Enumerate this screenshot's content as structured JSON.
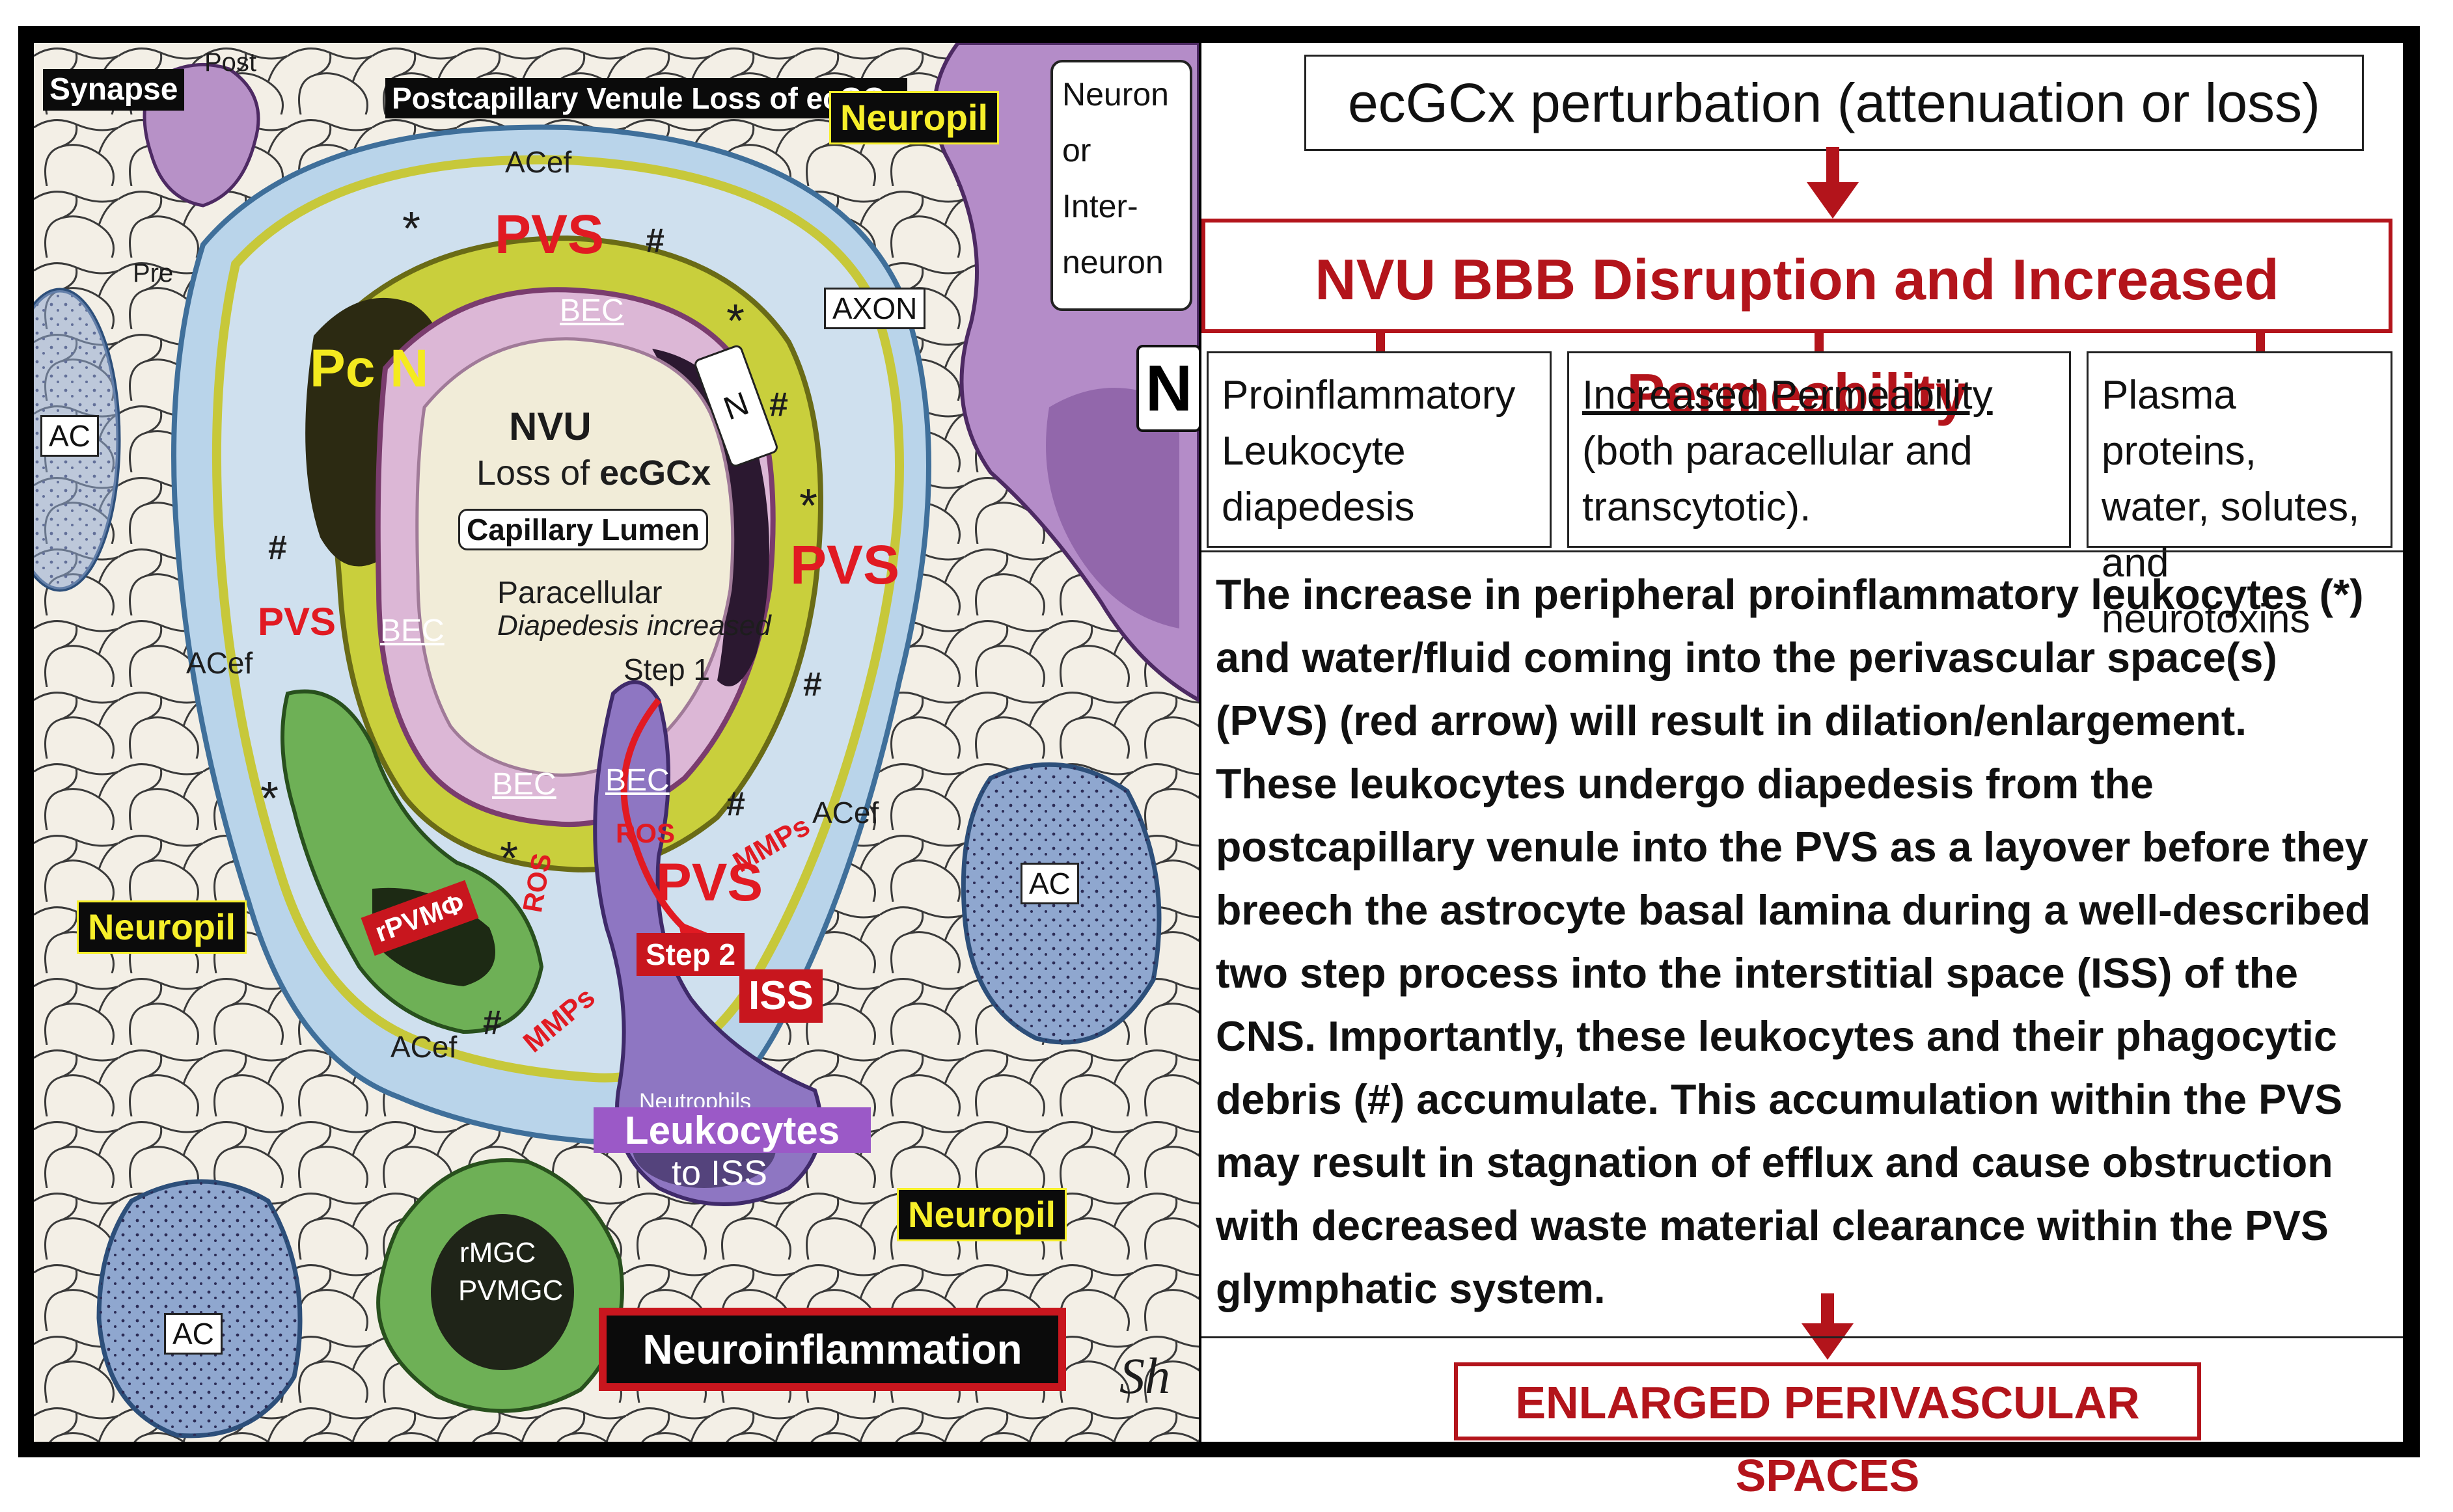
{
  "colors": {
    "accent_red": "#b3141b",
    "label_red": "#e11a22",
    "neuropil_yellow": "#f7ef2a",
    "leukocyte_purple": "#9b59c7"
  },
  "illustration": {
    "synapse": "Synapse",
    "post": "Post",
    "pre": "Pre",
    "venule_title": "Postcapillary Venule Loss of ecGCx",
    "neuropil": "Neuropil",
    "neuron": [
      "Neuron",
      "or",
      "Inter-",
      "neuron"
    ],
    "axon": "AXON",
    "n_big": "N",
    "n_small": "N",
    "ac": "AC",
    "acef": "ACef",
    "pvs": "PVS",
    "pcn": "Pc N",
    "bec": "BEC",
    "nvu": "NVU",
    "loss_of": "Loss of ",
    "ecgcx": "ecGCx",
    "capillary_lumen": "Capillary Lumen",
    "paracellular": "Paracellular",
    "diapedesis": "Diapedesis increased",
    "step1": "Step 1",
    "step2": "Step 2",
    "iss": "ISS",
    "ros": "ROS",
    "mmps": "MMPs",
    "rpvm": "rPVMΦ",
    "rmgc": "rMGC",
    "pvmgc": "PVMGC",
    "leukocytes": "Leukocytes",
    "to_iss": "to ISS",
    "neutrophils": "Neutrophils",
    "asterisk": "*",
    "hash": "#",
    "neuroinflammation": "Neuroinflammation",
    "signature": "Sh"
  },
  "panel": {
    "title": "ecGCx perturbation (attenuation or loss)",
    "heading": "NVU BBB Disruption and Increased Permeability",
    "box1": [
      "Proinflammatory",
      "Leukocyte",
      "diapedesis"
    ],
    "box2_title": "Increased Permeability",
    "box2": [
      "(both paracellular and",
      "transcytotic)."
    ],
    "box3": [
      "Plasma proteins,",
      "water, solutes,",
      "and neurotoxins"
    ],
    "body_lines": [
      "The increase in peripheral proinflammatory leukocytes (*)",
      "and water/fluid coming into the perivascular space(s)",
      "(PVS) (red arrow) will result in dilation/enlargement.",
      "These leukocytes undergo diapedesis from the",
      "postcapillary venule into the PVS as a layover before they",
      "breech the astrocyte basal lamina during a well-described",
      "two step process into the interstitial space (ISS) of the",
      "CNS.   Importantly, these leukocytes and their phagocytic",
      "debris (#) accumulate.  This accumulation within the PVS",
      "may result in stagnation of efflux and cause obstruction",
      "with decreased waste material clearance within the PVS",
      "glymphatic system."
    ],
    "final": "ENLARGED PERIVASCULAR SPACES"
  }
}
